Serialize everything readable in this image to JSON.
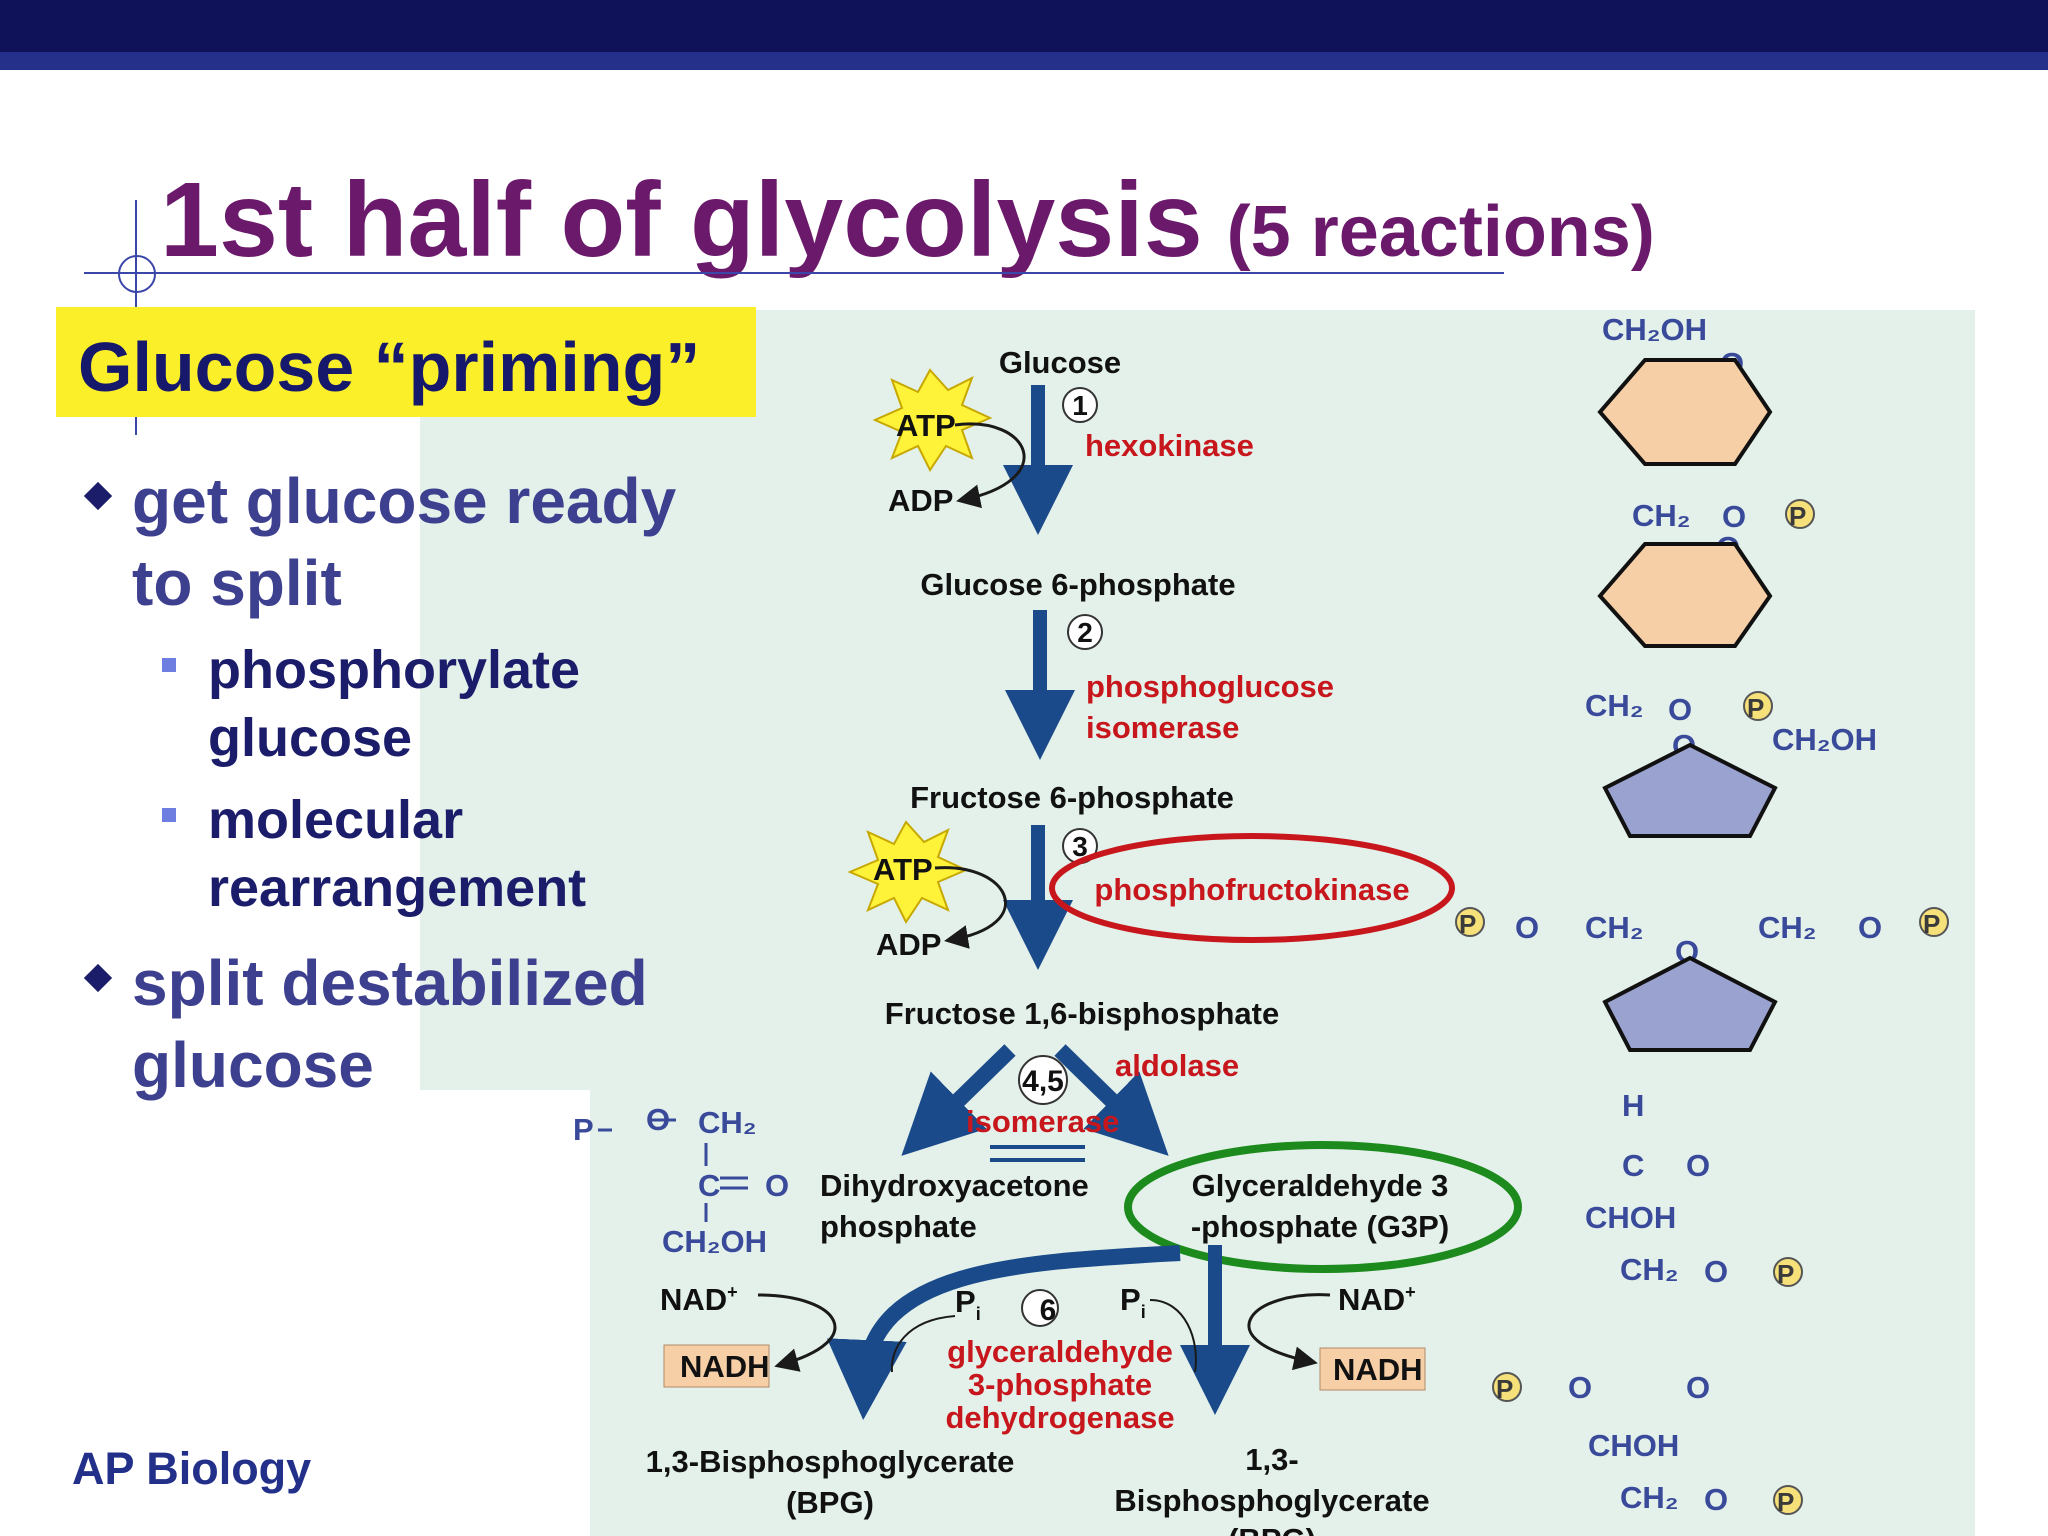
{
  "slide": {
    "title_main": "1st half of glycolysis",
    "title_sub": "(5 reactions)",
    "priming_label": "Glucose “priming”",
    "bullets": [
      {
        "line1": "get glucose ready",
        "line2": "to split",
        "sub": [
          {
            "line1": "phosphorylate",
            "line2": "glucose"
          },
          {
            "line1": "molecular",
            "line2": "rearrangement"
          }
        ]
      },
      {
        "line1": "split destabilized",
        "line2": "glucose"
      }
    ],
    "footer": "AP Biology"
  },
  "pathway": {
    "glucose": "Glucose",
    "step1": "1",
    "hexokinase": "hexokinase",
    "atp": "ATP",
    "adp": "ADP",
    "g6p": "Glucose 6-phosphate",
    "step2": "2",
    "pgi_1": "phosphoglucose",
    "pgi_2": "isomerase",
    "f6p": "Fructose 6-phosphate",
    "step3": "3",
    "pfk": "phosphofructokinase",
    "f16bp": "Fructose 1,6-bisphosphate",
    "step45": "4,5",
    "aldolase": "aldolase",
    "isomerase": "isomerase",
    "dhap_1": "Dihydroxyacetone",
    "dhap_2": "phosphate",
    "g3p_1": "Glyceraldehyde 3",
    "g3p_2": "-phosphate (G3P)",
    "nad": "NAD",
    "nad_sup": "+",
    "nadh": "NADH",
    "pi": "P",
    "pi_sub": "i",
    "step6": "6",
    "gapdh_1": "glyceraldehyde",
    "gapdh_2": "3-phosphate",
    "gapdh_3": "dehydrogenase",
    "bpg_left_1": "1,3-Bisphosphoglycerate",
    "bpg_left_2": "(BPG)",
    "bpg_right_1": "1,3-",
    "bpg_right_2": "Bisphosphoglycerate",
    "bpg_right_3": "(BPG)"
  },
  "structures": {
    "ch2oh": "CH₂OH",
    "ch2": "CH₂",
    "o": "O",
    "p": "P",
    "h": "H",
    "c": "C",
    "choh": "CHOH",
    "p_dash": "P"
  },
  "colors": {
    "title": "#6b1a6b",
    "navy": "#0f1159",
    "enzyme_red": "#c8161d",
    "arrow_blue": "#1a4a8a",
    "highlight_yellow": "#fbef2a",
    "pfk_circle": "#c8161d",
    "g3p_circle": "#1d8a1d",
    "hexose": "#f7cfa6",
    "pentose": "#9aa2cf"
  }
}
